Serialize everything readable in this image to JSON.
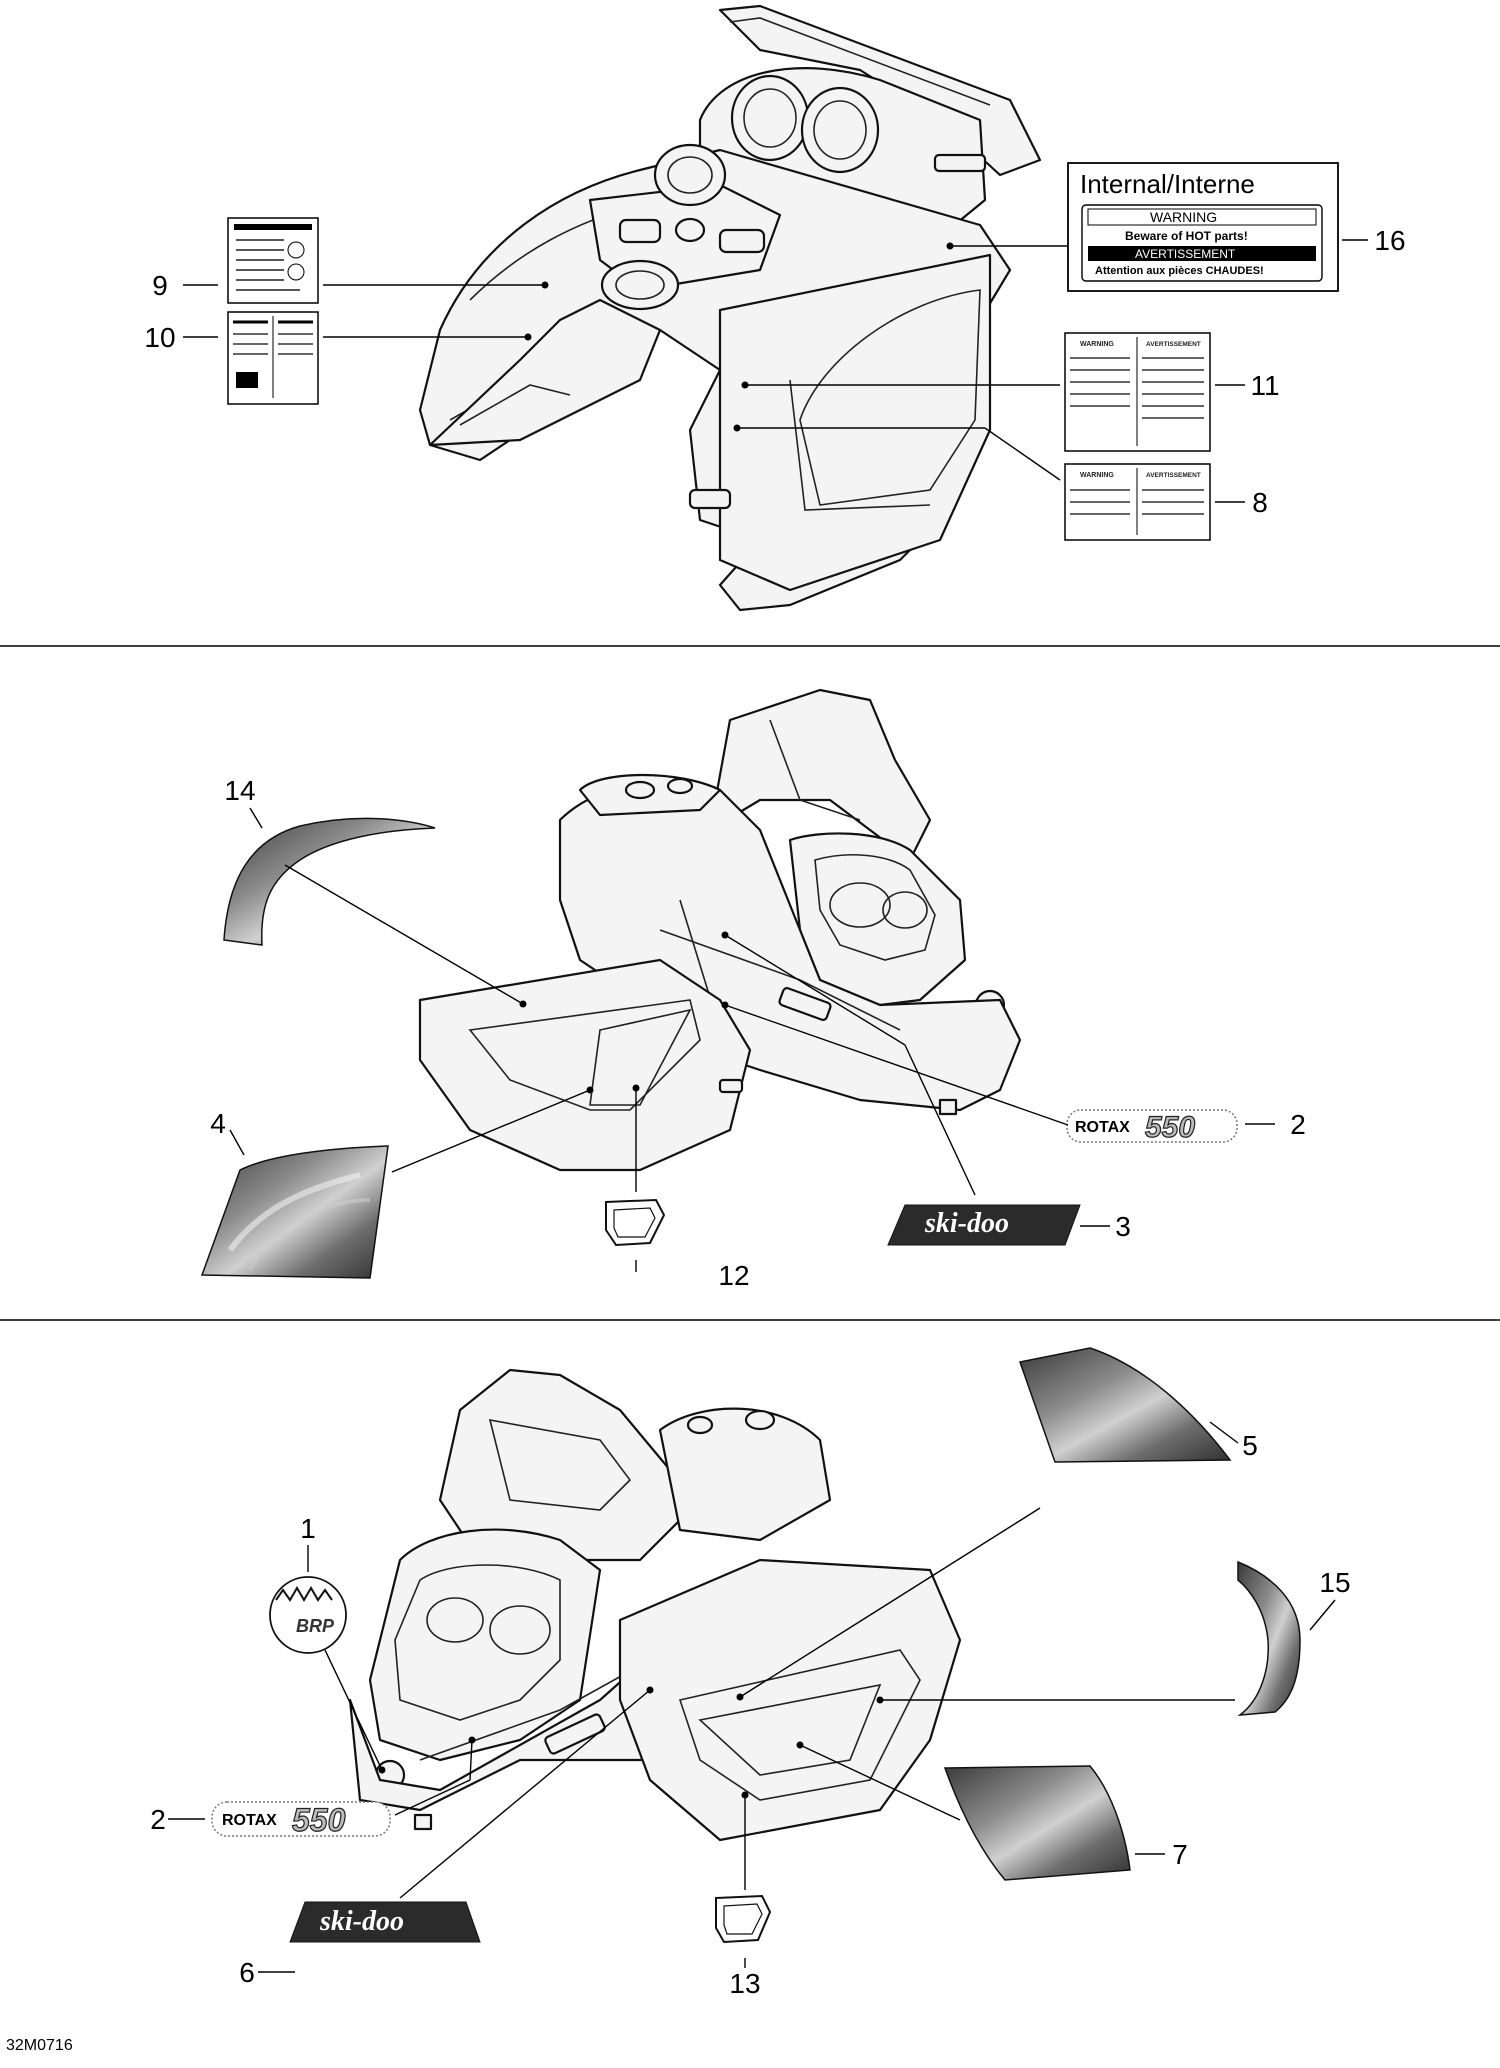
{
  "figure_code": "32M0716",
  "callouts": {
    "top": [
      "9",
      "10",
      "16",
      "11",
      "8"
    ],
    "middle": [
      "14",
      "4",
      "12",
      "2",
      "3"
    ],
    "bottom": [
      "1",
      "2",
      "6",
      "13",
      "5",
      "15",
      "7"
    ]
  },
  "internal_box": {
    "title": "Internal/Interne",
    "warning_header": "WARNING",
    "warning_text": "Beware of HOT parts!",
    "avertissement_header": "AVERTISSEMENT",
    "avertissement_text": "Attention aux pièces CHAUDES!"
  },
  "warning_labels": {
    "warning": "WARNING",
    "avertissement": "AVERTISSEMENT"
  },
  "decals": {
    "rotax_word": "ROTAX",
    "rotax_number": "550",
    "skidoo_word": "ski-doo",
    "brp_word": "BRP"
  }
}
